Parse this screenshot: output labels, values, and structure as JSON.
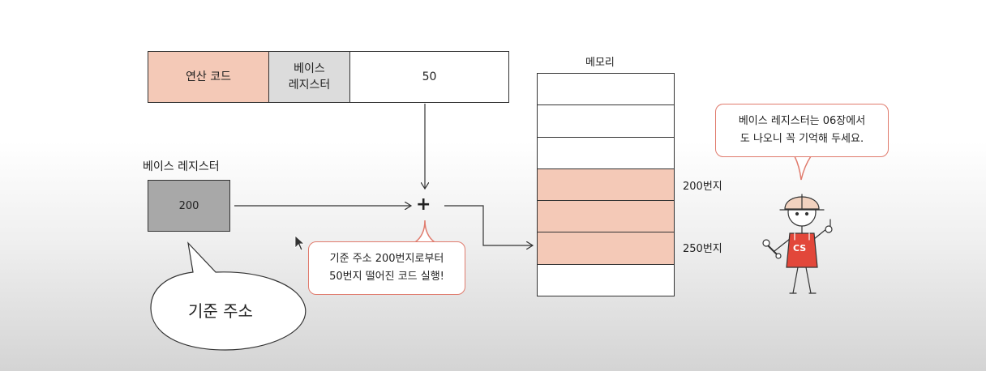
{
  "instruction": {
    "opcode": "연산 코드",
    "base_register": "베이스\n레지스터",
    "operand": "50"
  },
  "base_register": {
    "label": "베이스 레지스터",
    "value": "200"
  },
  "operator": "+",
  "memory": {
    "label": "메모리",
    "slots": 7,
    "highlighted_slots": [
      3,
      4,
      5
    ],
    "addresses": [
      "200번지",
      "250번지"
    ]
  },
  "note": {
    "line1": "기준 주소 200번지로부터",
    "line2": "50번지 떨어진 코드 실행!"
  },
  "character": {
    "speech_line1": "베이스 레지스터는 06장에서",
    "speech_line2": "도 나오니 꼭 기억해 두세요.",
    "badge": "CS"
  },
  "bubble": {
    "text": "기준 주소"
  },
  "colors": {
    "highlight": "#f4c9b7",
    "register_fill": "#a8a8a8",
    "callout_border": "#e07b6d",
    "character_accent": "#e2473a",
    "helmet": "#f2d2bf"
  }
}
